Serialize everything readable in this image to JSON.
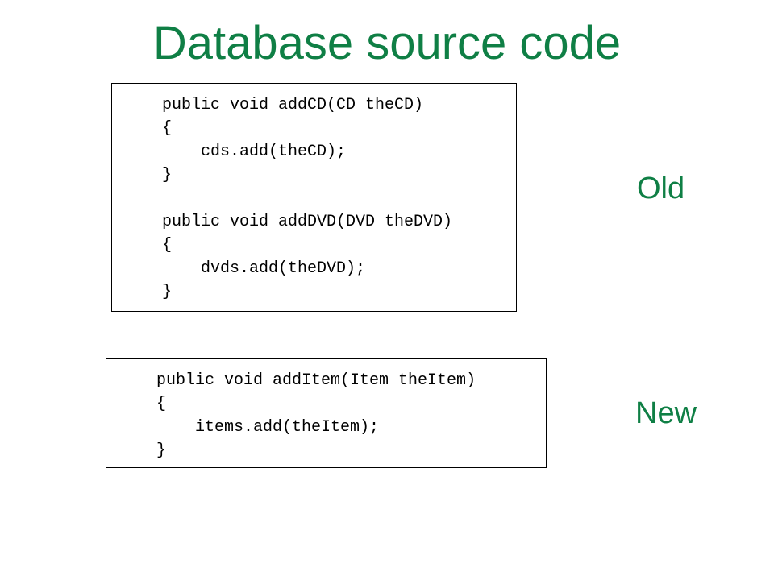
{
  "title": "Database source code",
  "old_label": "Old",
  "new_label": "New",
  "old_code": {
    "method1": [
      "public void addCD(CD theCD)",
      "{",
      "    cds.add(theCD);",
      "}"
    ],
    "method2": [
      "public void addDVD(DVD theDVD)",
      "{",
      "    dvds.add(theDVD);",
      "}"
    ]
  },
  "new_code": [
    "public void addItem(Item theItem)",
    "{",
    "    items.add(theItem);",
    "}"
  ],
  "colors": {
    "accent": "#0f7f45",
    "code_text": "#000000",
    "border": "#000000"
  }
}
